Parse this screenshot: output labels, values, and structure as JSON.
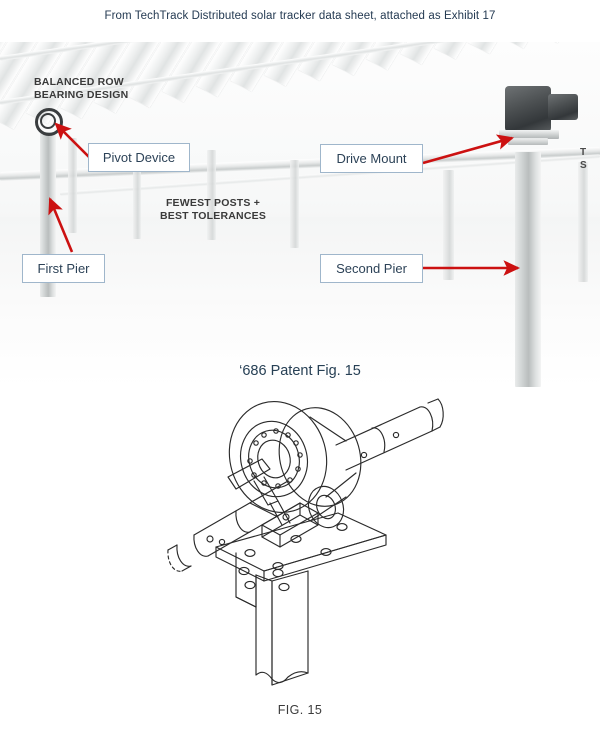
{
  "slide": {
    "caption": "From TechTrack Distributed solar tracker data sheet, attached as Exhibit 17"
  },
  "photo": {
    "labels": [
      {
        "id": "balanced-row",
        "line1": "BALANCED ROW",
        "line2": "BEARING DESIGN"
      },
      {
        "id": "fewest-posts",
        "line1": "FEWEST POSTS +",
        "line2": "BEST TOLERANCES"
      }
    ],
    "edge_truncated": {
      "line1": "T",
      "line2": "S"
    }
  },
  "callouts": [
    {
      "id": "pivot-device",
      "label": "Pivot Device"
    },
    {
      "id": "drive-mount",
      "label": "Drive Mount"
    },
    {
      "id": "first-pier",
      "label": "First Pier"
    },
    {
      "id": "second-pier",
      "label": "Second Pier"
    }
  ],
  "figure": {
    "title": "‘686 Patent Fig. 15",
    "caption": "FIG. 15"
  },
  "colors": {
    "callout_border": "#9fb6cb",
    "callout_text": "#2c4257",
    "arrow_red": "#cc1111",
    "title_blue": "#274055",
    "caption_blue": "#243a52"
  }
}
